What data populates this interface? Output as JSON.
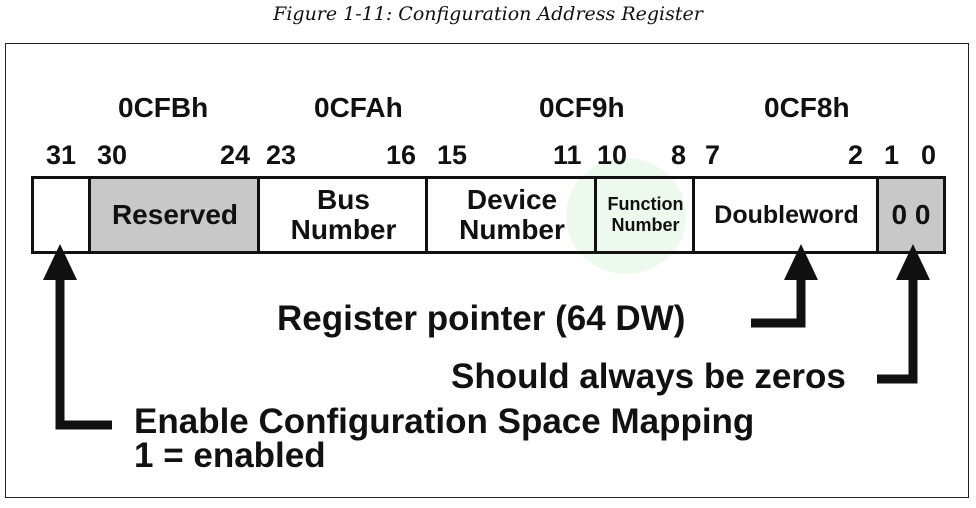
{
  "caption": "Figure 1-11: Configuration Address Register",
  "port_addresses": [
    "0CFBh",
    "0CFAh",
    "0CF9h",
    "0CF8h"
  ],
  "bit_labels": [
    "31",
    "30",
    "24",
    "23",
    "16",
    "15",
    "11",
    "10",
    "8",
    "7",
    "2",
    "1",
    "0"
  ],
  "fields": {
    "enable": "",
    "reserved": "Reserved",
    "bus_number_1": "Bus",
    "bus_number_2": "Number",
    "device_number_1": "Device",
    "device_number_2": "Number",
    "function_number_1": "Function",
    "function_number_2": "Number",
    "doubleword": "Doubleword",
    "zeros": "0 0"
  },
  "annotations": {
    "register_pointer": "Register pointer (64 DW)",
    "always_zeros": "Should always be zeros",
    "enable_line1": "Enable Configuration Space Mapping",
    "enable_line2": "1 = enabled"
  },
  "colors": {
    "grey_fill": "#c8c8c8",
    "highlight": "#eaf8ea"
  }
}
